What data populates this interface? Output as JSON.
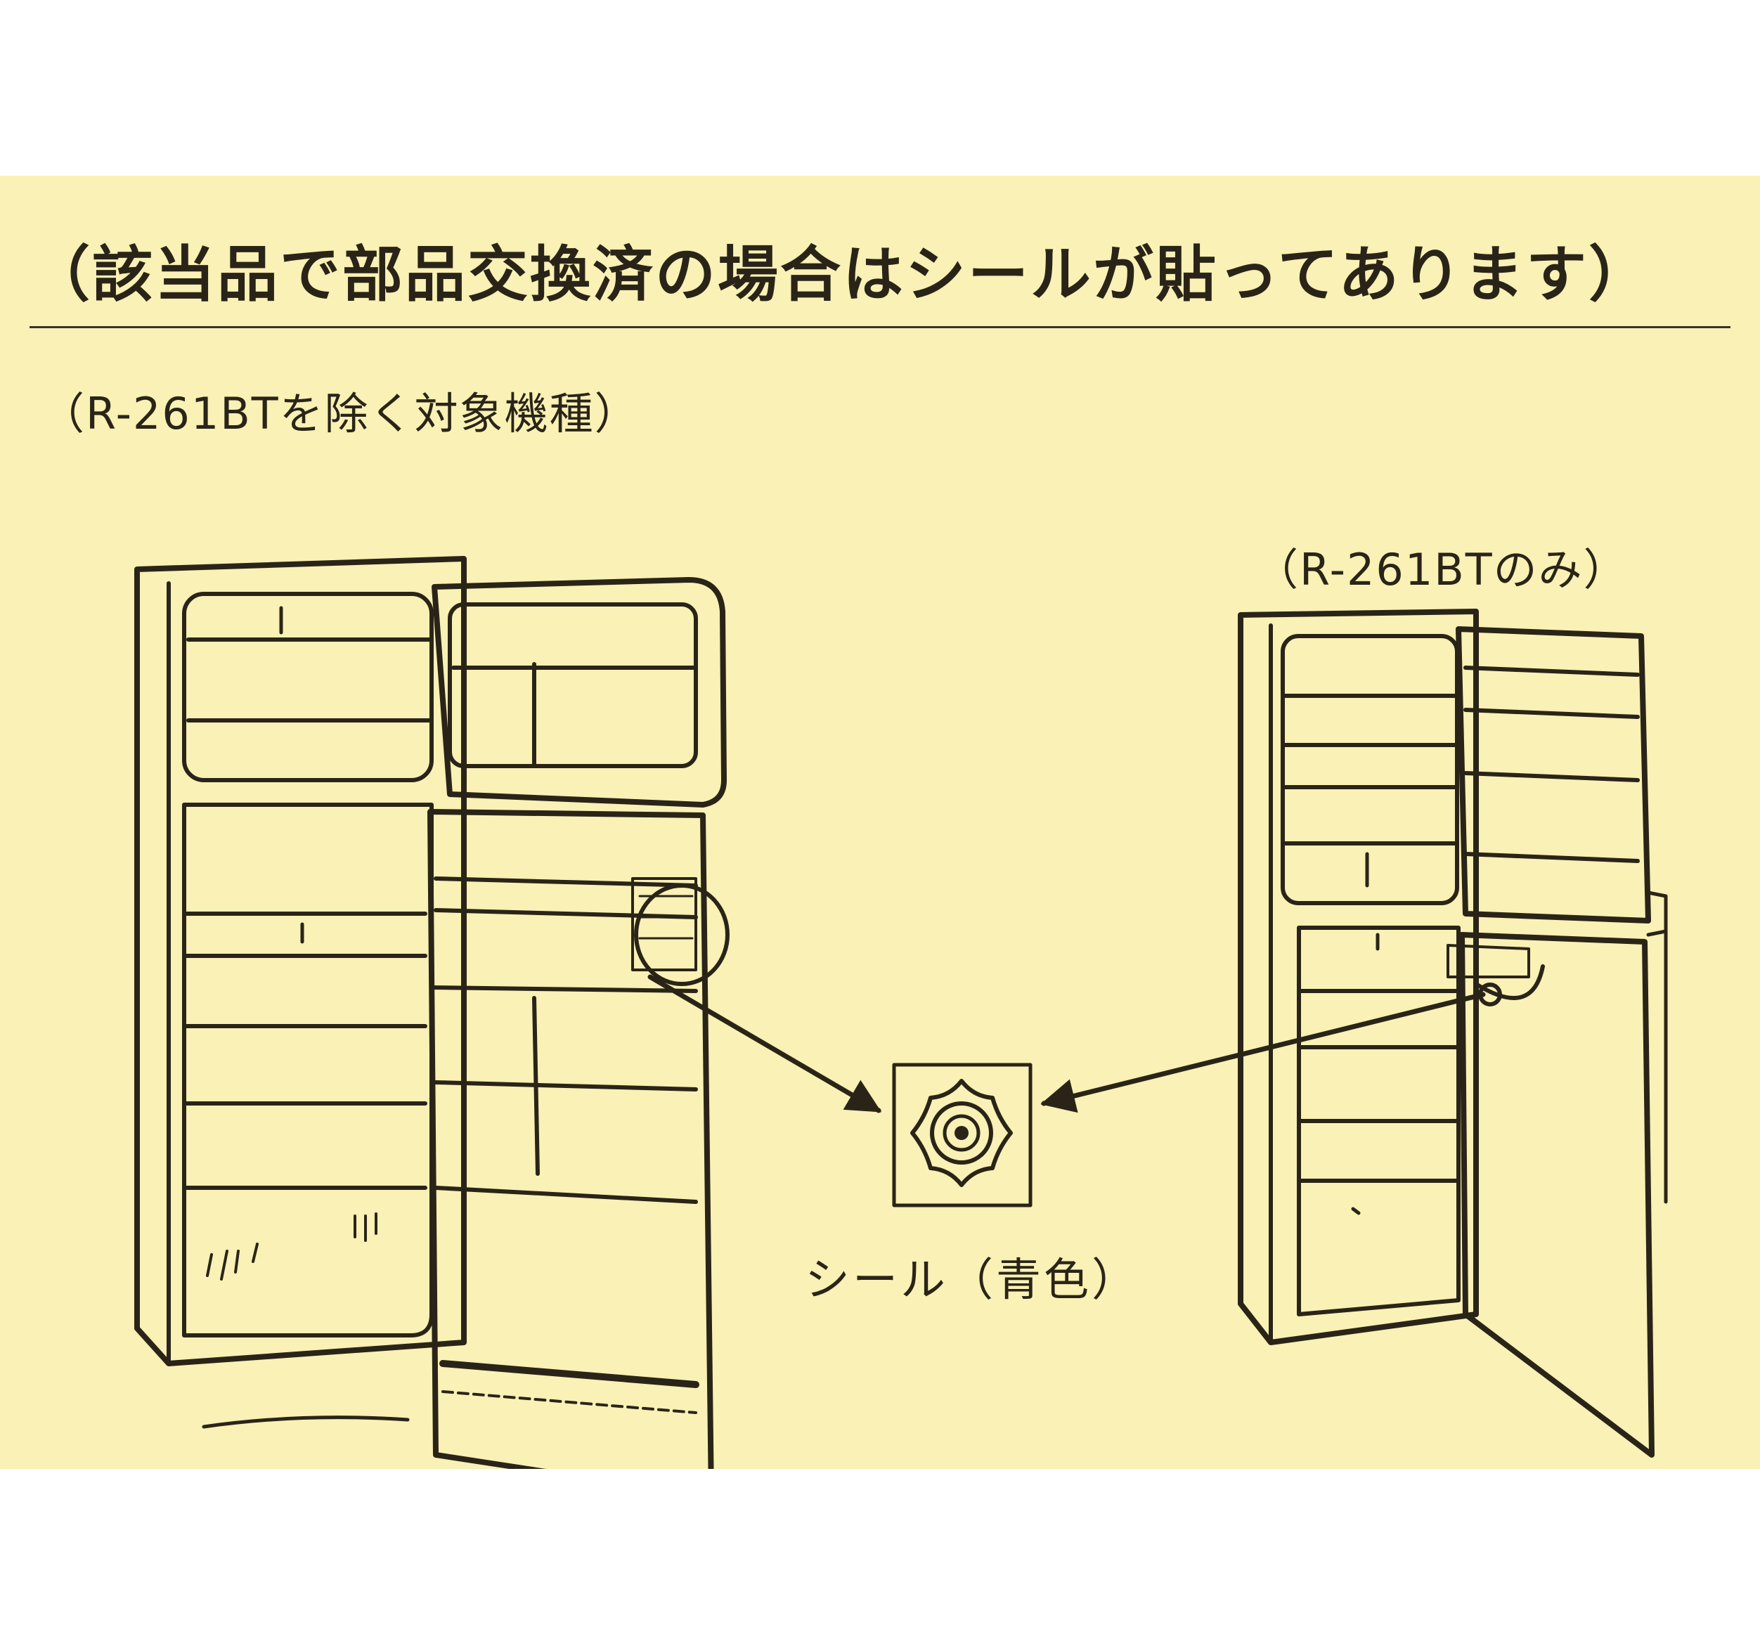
{
  "heading": "（該当品で部品交換済の場合はシールが貼ってあります）",
  "subtitle_left": "（R-261BTを除く対象機種）",
  "subtitle_right": "（R-261BTのみ）",
  "seal_label": "シール（青色）",
  "colors": {
    "background": "#f9f1b5",
    "ink": "#2a2418"
  }
}
